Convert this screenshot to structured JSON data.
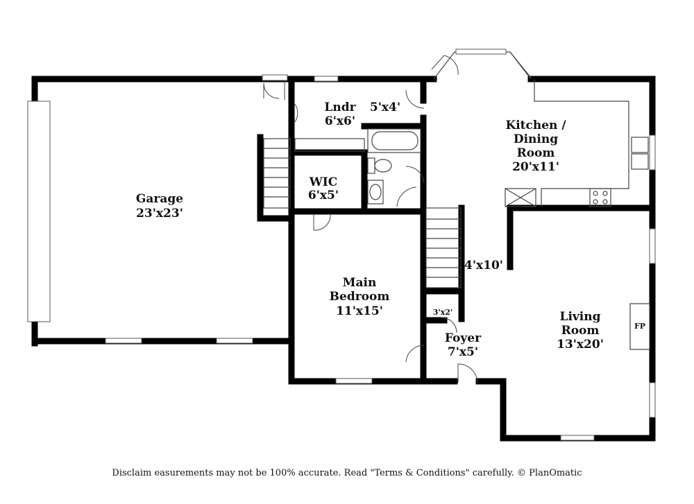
{
  "rooms": {
    "garage": {
      "name": "Garage",
      "size": "23'x23'"
    },
    "laundry": {
      "name": "Lndr",
      "size": "6'x6'"
    },
    "bath": {
      "size": "5'x4'"
    },
    "kitchen": {
      "name_line1": "Kitchen /",
      "name_line2": "Dining",
      "name_line3": "Room",
      "size": "20'x11'"
    },
    "wic": {
      "name": "WIC",
      "size": "6'x5'"
    },
    "hall": {
      "size": "4'x10'"
    },
    "main_bedroom": {
      "name_line1": "Main",
      "name_line2": "Bedroom",
      "size": "11'x15'"
    },
    "closet": {
      "size": "3'x2'"
    },
    "foyer": {
      "name": "Foyer",
      "size": "7'x5'"
    },
    "living": {
      "name_line1": "Living",
      "name_line2": "Room",
      "size": "13'x20'"
    }
  },
  "fireplace": {
    "label": "FP"
  },
  "disclaimer": "Disclaim  easurements may not be 100% accurate. Read \"Terms & Conditions\" carefully. © PlanOmatic"
}
